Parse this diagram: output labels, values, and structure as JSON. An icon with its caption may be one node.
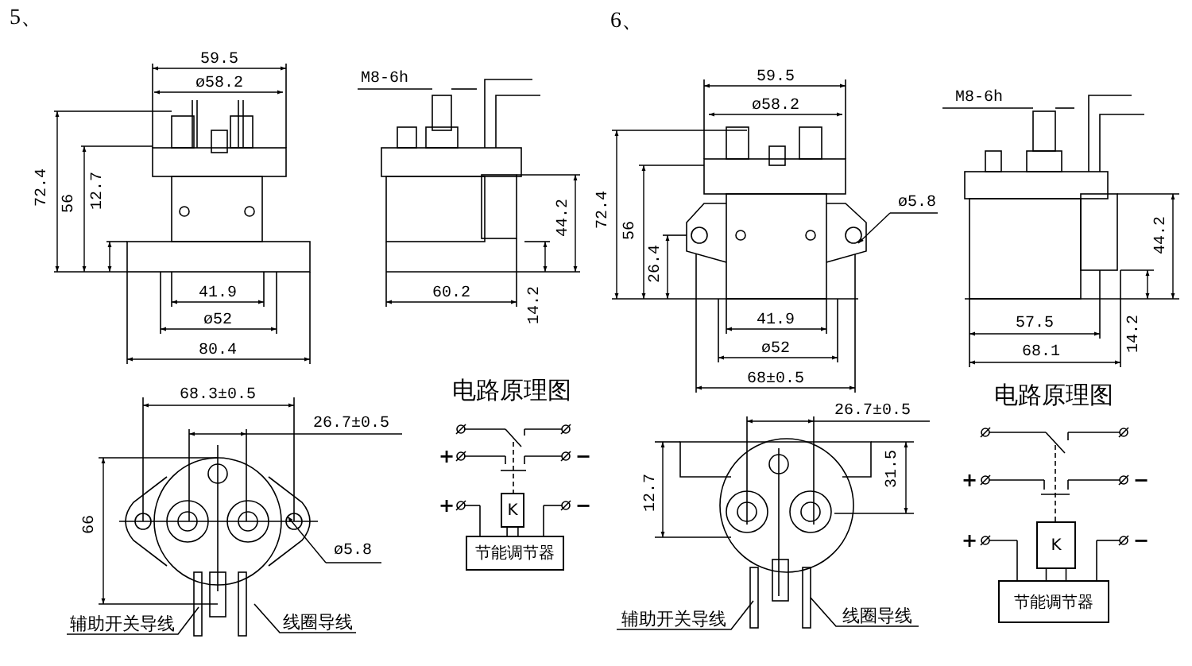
{
  "diagram": {
    "nodes": [
      {
        "text": [
          "K"
        ]
      },
      {
        "text": [
          "节能调节器"
        ]
      },
      {
        "text": [
          "K"
        ]
      },
      {
        "text": [
          "节能调节器"
        ]
      },
      {
        "text": [
          "辅助开关导线"
        ]
      },
      {
        "text": [
          "线圈导线"
        ]
      },
      {
        "text": [
          "辅助开关导线"
        ]
      },
      {
        "text": [
          "线圈导线"
        ]
      }
    ],
    "edges": [
      {
        "from": 0,
        "to": 1,
        "arrow": "none"
      },
      {
        "from": 0,
        "to": 1,
        "arrow": "none"
      },
      {
        "from": 2,
        "to": 3,
        "arrow": "none"
      },
      {
        "from": 2,
        "to": 3,
        "arrow": "none"
      },
      {
        "from": 4,
        "to": null,
        "arrow": "none"
      },
      {
        "from": 5,
        "to": null,
        "arrow": "none"
      },
      {
        "from": 6,
        "to": null,
        "arrow": "none"
      },
      {
        "from": 7,
        "to": null,
        "arrow": "none"
      }
    ],
    "labels": [
      "5、",
      "6、",
      "59.5",
      "ø58.2",
      "72.4",
      "56",
      "12.7",
      "41.9",
      "ø52",
      "80.4",
      "M8-6h",
      "44.2",
      "60.2",
      "14.2",
      "59.5",
      "ø58.2",
      "72.4",
      "56",
      "26.4",
      "ø5.8",
      "41.9",
      "ø52",
      "68±0.5",
      "M8-6h",
      "44.2",
      "57.5",
      "14.2",
      "68.1",
      "68.3±0.5",
      "26.7±0.5",
      "66",
      "ø5.8",
      "电路原理图",
      "+",
      "−",
      "+",
      "−",
      "12.7",
      "26.7±0.5",
      "31.5",
      "电路原理图",
      "+",
      "−",
      "+",
      "−"
    ]
  }
}
